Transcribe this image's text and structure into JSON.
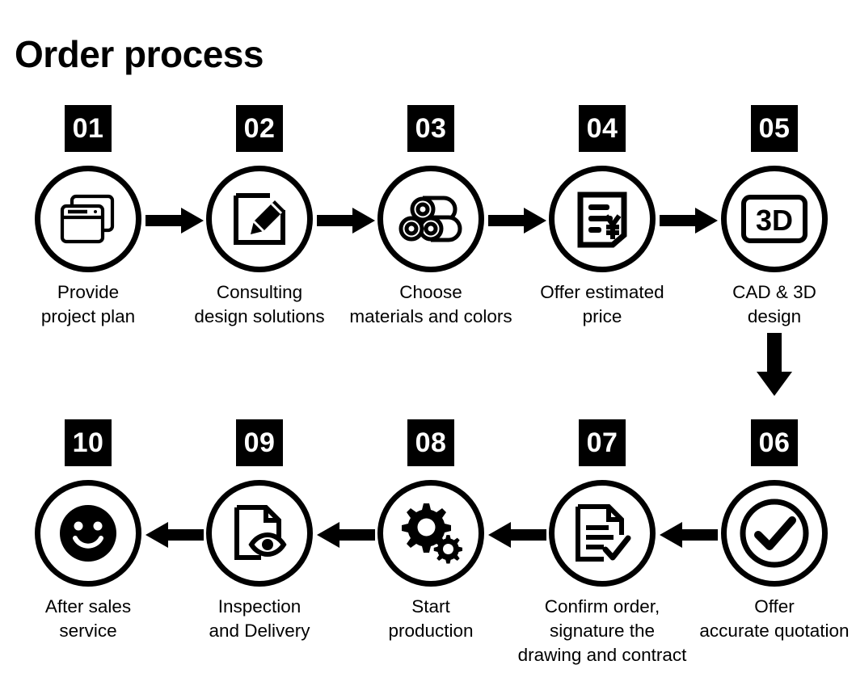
{
  "page": {
    "title": "Order process",
    "background_color": "#ffffff",
    "foreground_color": "#000000"
  },
  "rows": {
    "top": {
      "flow_direction": "left-to-right",
      "steps": [
        {
          "number": "01",
          "label": "Provide\nproject plan",
          "icon": "stacked-windows-icon"
        },
        {
          "number": "02",
          "label": "Consulting\ndesign solutions",
          "icon": "pencil-edit-icon"
        },
        {
          "number": "03",
          "label": "Choose\nmaterials and colors",
          "icon": "pipes-materials-icon"
        },
        {
          "number": "04",
          "label": "Offer estimated\nprice",
          "icon": "invoice-yen-icon"
        },
        {
          "number": "05",
          "label": "CAD & 3D\ndesign",
          "icon": "3d-screen-icon",
          "icon_text": "3D"
        }
      ]
    },
    "bottom": {
      "flow_direction": "right-to-left",
      "steps": [
        {
          "number": "10",
          "label": "After sales\nservice",
          "icon": "smiley-face-icon"
        },
        {
          "number": "09",
          "label": "Inspection\nand Delivery",
          "icon": "document-eye-icon"
        },
        {
          "number": "08",
          "label": "Start\nproduction",
          "icon": "gears-icon"
        },
        {
          "number": "07",
          "label": "Confirm order,\nsignature the\ndrawing and contract",
          "icon": "document-check-icon"
        },
        {
          "number": "06",
          "label": "Offer\naccurate quotation",
          "icon": "check-circle-icon"
        }
      ]
    }
  },
  "connectors": {
    "top_arrows": [
      "arrow-right-icon",
      "arrow-right-icon",
      "arrow-right-icon",
      "arrow-right-icon"
    ],
    "down_arrow": "arrow-down-icon",
    "bottom_arrows": [
      "arrow-left-icon",
      "arrow-left-icon",
      "arrow-left-icon",
      "arrow-left-icon"
    ]
  }
}
